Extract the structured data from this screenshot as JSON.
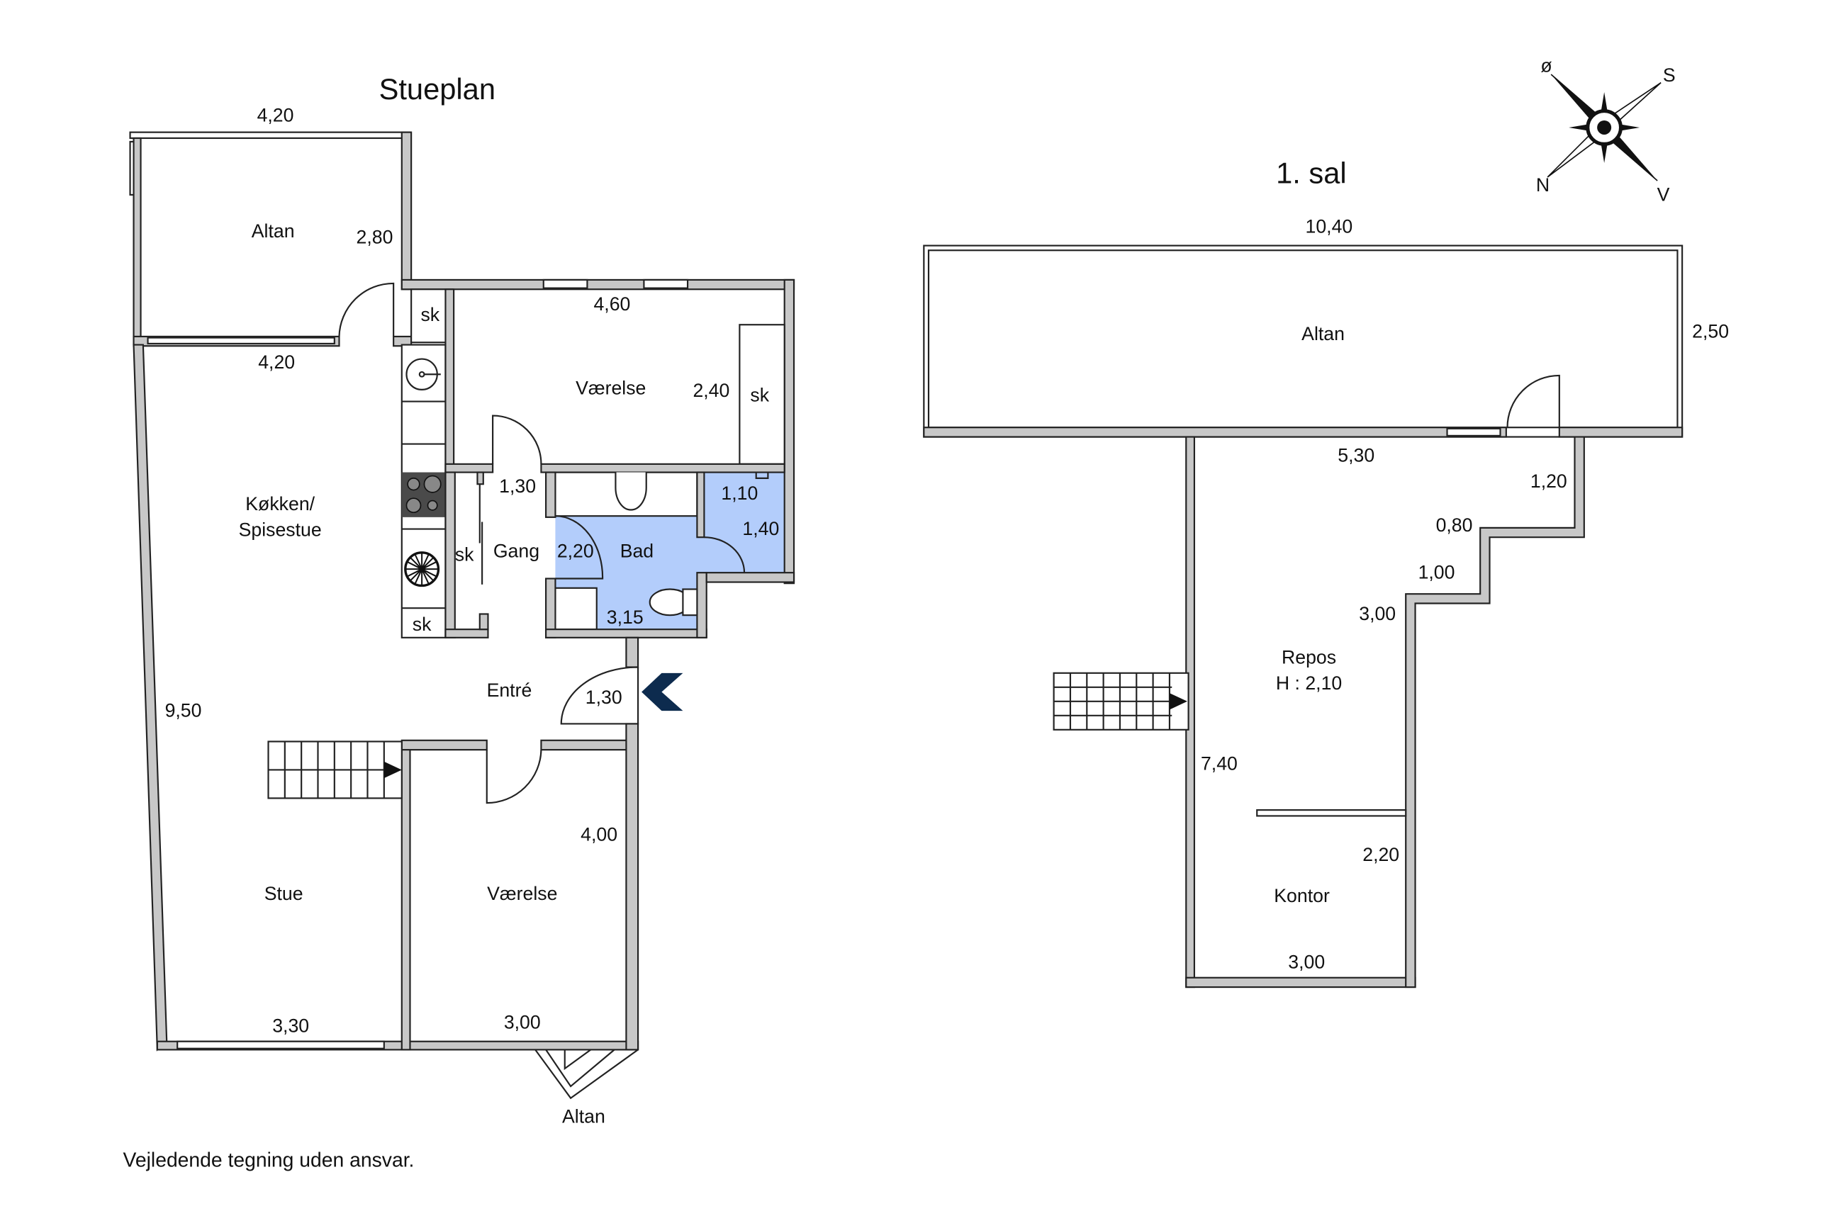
{
  "titles": {
    "ground": "Stueplan",
    "first": "1. sal"
  },
  "disclaimer": "Vejledende tegning uden ansvar.",
  "compass": {
    "n": "N",
    "s": "S",
    "o": "ø",
    "v": "V"
  },
  "ground": {
    "rooms": {
      "altan_top": "Altan",
      "vaerelse1": "Værelse",
      "kokken1": "Køkken/",
      "kokken2": "Spisestue",
      "gang": "Gang",
      "bad": "Bad",
      "entre": "Entré",
      "stue": "Stue",
      "vaerelse2": "Værelse",
      "altan_bottom": "Altan",
      "sk1": "sk",
      "sk2": "sk",
      "sk3": "sk",
      "sk4": "sk"
    },
    "dims": {
      "altan_w": "4,20",
      "altan_h": "2,80",
      "kitchen_w": "4,20",
      "vaer_w": "4,60",
      "vaer_h": "2,40",
      "gang_w": "1,30",
      "bad_h": "2,20",
      "bad_w": "3,15",
      "wc_w": "1,10",
      "wc_h": "1,40",
      "entre_w": "1,30",
      "house_h": "9,50",
      "vaer2_h": "4,00",
      "stue_w": "3,30",
      "vaer2_w": "3,00"
    },
    "entrance_color": "#0d2b4e",
    "bath_color": "#b3cdfb"
  },
  "first": {
    "rooms": {
      "altan": "Altan",
      "repos1": "Repos",
      "repos2": "H : 2,10",
      "kontor": "Kontor"
    },
    "dims": {
      "altan_w": "10,40",
      "altan_h": "2,50",
      "repos_top": "5,30",
      "step1": "1,20",
      "step2": "0,80",
      "step3": "1,00",
      "step4": "3,00",
      "height": "7,40",
      "kontor_h": "2,20",
      "kontor_w": "3,00"
    }
  }
}
